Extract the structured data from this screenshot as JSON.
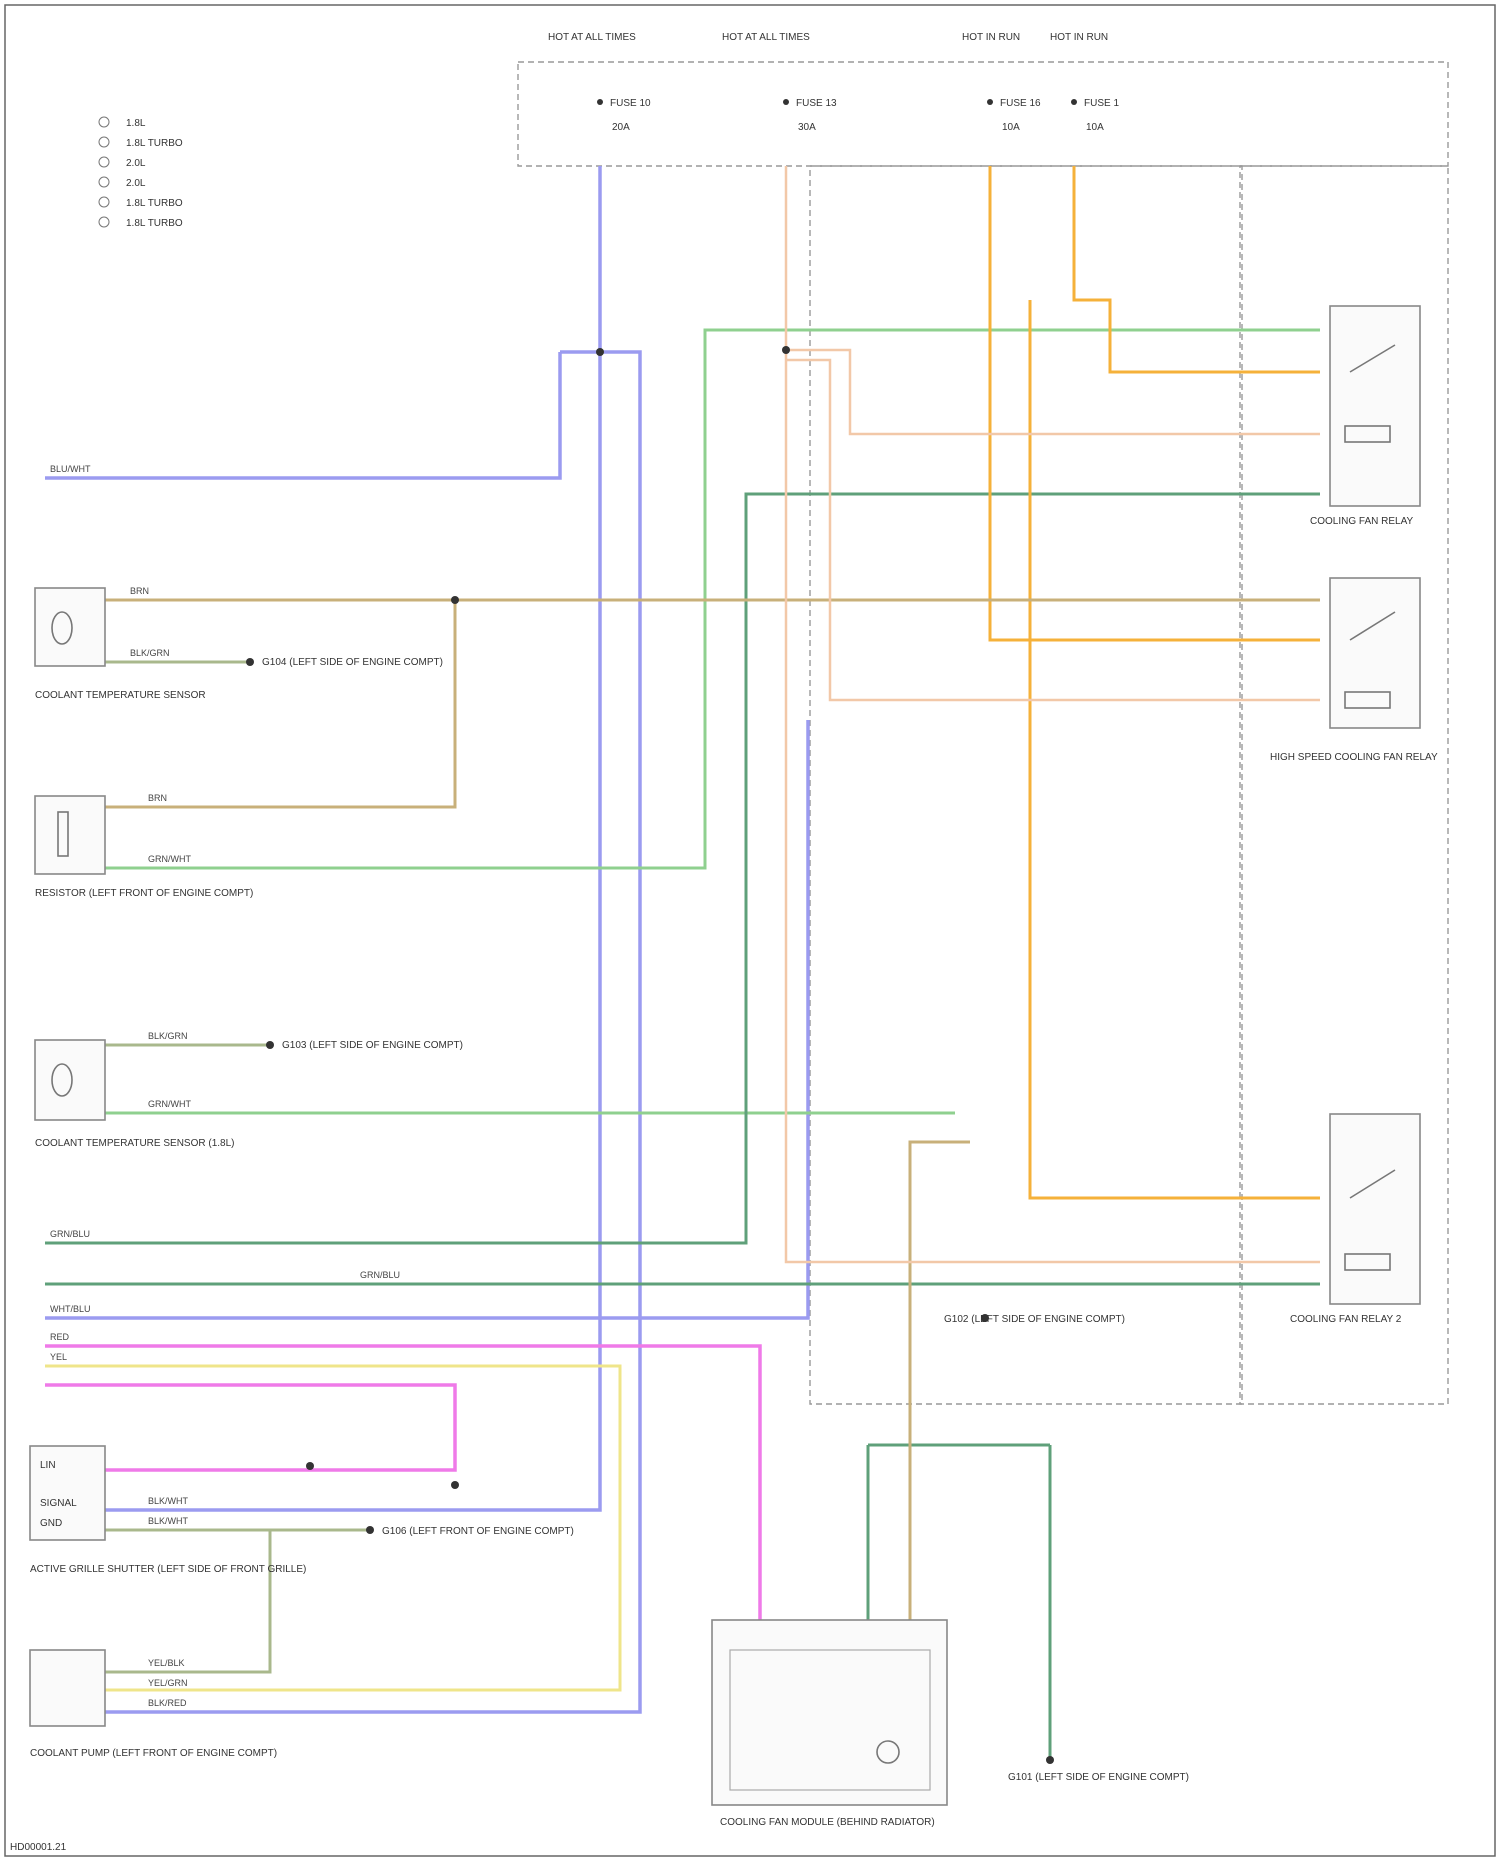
{
  "fuse_headers": [
    {
      "id": "h1",
      "label": "HOT AT ALL TIMES"
    },
    {
      "id": "h2",
      "label": "HOT AT ALL TIMES"
    },
    {
      "id": "h3",
      "label": "HOT IN RUN"
    },
    {
      "id": "h4",
      "label": "HOT IN RUN"
    }
  ],
  "fuses": [
    {
      "id": "f1",
      "name": "FUSE 10",
      "amps": "20A"
    },
    {
      "id": "f2",
      "name": "FUSE 13",
      "amps": "30A"
    },
    {
      "id": "f3",
      "name": "FUSE 16",
      "amps": "10A"
    },
    {
      "id": "f4",
      "name": "FUSE 1",
      "amps": "10A"
    }
  ],
  "legend_items": [
    "1.8L",
    "1.8L TURBO",
    "2.0L",
    "2.0L",
    "1.8L TURBO",
    "1.8L TURBO"
  ],
  "components": [
    {
      "id": "sensor1",
      "label": "COOLANT TEMPERATURE SENSOR"
    },
    {
      "id": "resistor",
      "label": "RESISTOR (LEFT FRONT OF ENGINE COMPT)"
    },
    {
      "id": "sensor2",
      "label": "COOLANT TEMPERATURE SENSOR (1.8L)"
    },
    {
      "id": "shutter",
      "label": "ACTIVE GRILLE SHUTTER (LEFT SIDE OF FRONT GRILLE)"
    },
    {
      "id": "pump",
      "label": "COOLANT PUMP (LEFT FRONT OF ENGINE COMPT)"
    },
    {
      "id": "module",
      "label": "COOLING FAN MODULE (BEHIND RADIATOR)"
    },
    {
      "id": "relay1",
      "label": "COOLING FAN RELAY"
    },
    {
      "id": "relay2",
      "label": "HIGH SPEED COOLING FAN RELAY"
    },
    {
      "id": "relay3",
      "label": "COOLING FAN RELAY 2"
    }
  ],
  "grounds": [
    {
      "id": "g1",
      "label": "G104 (LEFT SIDE OF ENGINE COMPT)"
    },
    {
      "id": "g2",
      "label": "G103 (LEFT SIDE OF ENGINE COMPT)"
    },
    {
      "id": "g3",
      "label": "G106 (LEFT FRONT OF ENGINE COMPT)"
    },
    {
      "id": "g4",
      "label": "G102 (LEFT SIDE OF ENGINE COMPT)"
    },
    {
      "id": "g5",
      "label": "G101 (LEFT SIDE OF ENGINE COMPT)"
    }
  ],
  "wire_labels": [
    "BLU/WHT",
    "BRN",
    "BLK/GRN",
    "BRN",
    "GRN/WHT",
    "BLK/GRN",
    "GRN/WHT",
    "GRN/BLU",
    "GRN/BLU",
    "WHT/BLU",
    "RED",
    "YEL",
    "BLK/WHT",
    "BLK/WHT",
    "YEL/BLK",
    "YEL/GRN",
    "BLK/RED"
  ],
  "pin_labels": [
    "LIN",
    "SIGNAL",
    "GND"
  ],
  "colors": {
    "blue": "#9b9bf0",
    "green": "#8fd08f",
    "darkgreen": "#5fa07a",
    "orange": "#f5b13a",
    "tan": "#c8b07a",
    "pink": "#ef7ae8",
    "yellow": "#efe58a",
    "peach": "#f2c8a8",
    "olive": "#a9b88c"
  },
  "footer": "HD00001.21"
}
